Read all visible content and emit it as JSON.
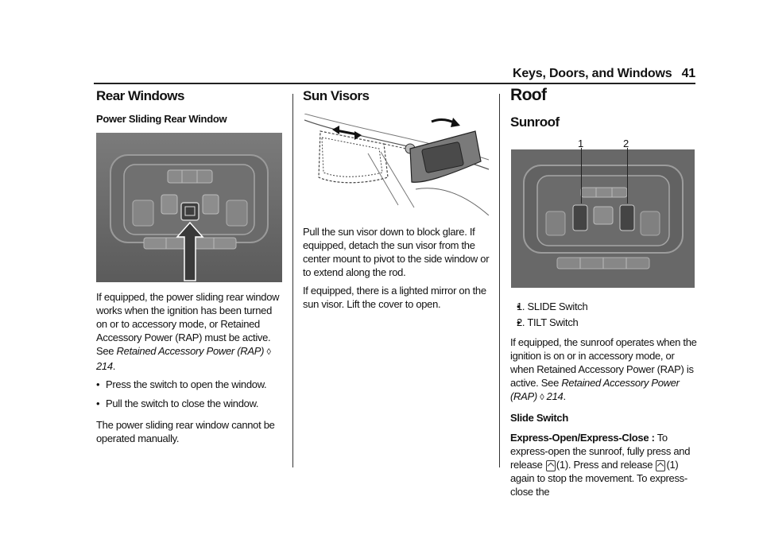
{
  "header": {
    "section": "Keys, Doors, and Windows",
    "page_number": "41"
  },
  "col1": {
    "title": "Rear Windows",
    "subtitle": "Power Sliding Rear Window",
    "para1_plain": "If equipped, the power sliding rear window works when the ignition has been turned on or to accessory mode, or Retained Accessory Power (RAP) must be active. See ",
    "para1_ref": "Retained Accessory Power (RAP)",
    "para1_ref_symbol": "◊",
    "para1_page": "214",
    "bullets": [
      "Press the switch to open the window.",
      "Pull the switch to close the window."
    ],
    "para2": "The power sliding rear window cannot be operated manually."
  },
  "col2": {
    "title": "Sun Visors",
    "para1": "Pull the sun visor down to block glare. If equipped, detach the sun visor from the center mount to pivot to the side window or to extend along the rod.",
    "para2": "If equipped, there is a lighted mirror on the sun visor. Lift the cover to open."
  },
  "col3": {
    "title": "Roof",
    "subtitle": "Sunroof",
    "callouts": [
      "1",
      "2"
    ],
    "items": [
      "1.  SLIDE Switch",
      "2.  TILT Switch"
    ],
    "para1_plain": "If equipped, the sunroof operates when the ignition is on or in accessory mode, or when Retained Accessory Power (RAP) is active. See ",
    "para1_ref": "Retained Accessory Power (RAP)",
    "para1_ref_symbol": "◊",
    "para1_page": "214",
    "slide_heading": "Slide Switch",
    "express_label": "Express-Open/Express-Close :",
    "express_text_a": " To express-open the sunroof, fully press and release",
    "express_text_b": "(1). Press and release",
    "express_text_c": "(1) again to stop the movement. To express-close the"
  }
}
